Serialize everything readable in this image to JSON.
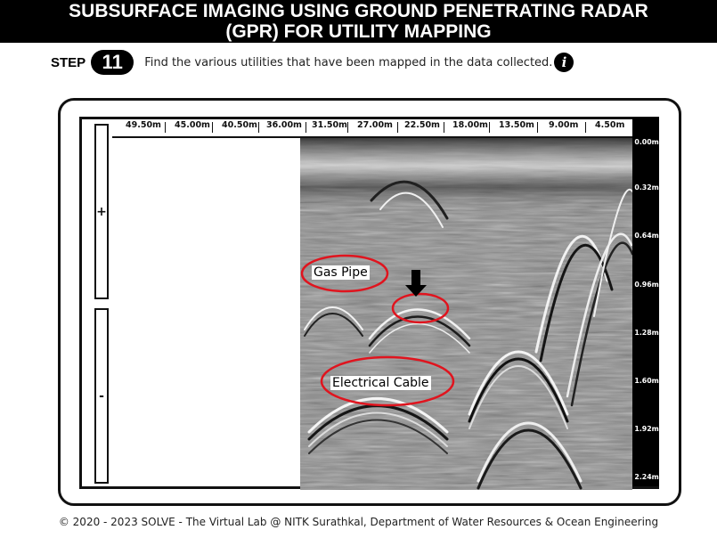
{
  "header": {
    "title_line1": "SUBSURFACE IMAGING USING GROUND PENETRATING RADAR",
    "title_line2": "(GPR) FOR UTILITY MAPPING"
  },
  "step": {
    "label": "STEP",
    "number": "11",
    "instruction": "Find the various utilities that have been mapped in the data collected.",
    "info_icon": "info-icon"
  },
  "device": {
    "zoom_in_label": "+",
    "zoom_out_label": "-"
  },
  "distance_scale": [
    "49.50m",
    "45.00m",
    "40.50m",
    "36.00m",
    "31.50m",
    "27.00m",
    "22.50m",
    "18.00m",
    "13.50m",
    "9.00m",
    "4.50m"
  ],
  "depth_scale": [
    "0.00m",
    "0.32m",
    "0.64m",
    "0.96m",
    "1.28m",
    "1.60m",
    "1.92m",
    "2.24m"
  ],
  "annotations": {
    "gas_pipe": "Gas Pipe",
    "electrical_cable": "Electrical Cable",
    "highlight_color": "#e0141e",
    "arrow_icon": "down-arrow-icon"
  },
  "footer": {
    "text": "© 2020 - 2023 SOLVE - The Virtual Lab @ NITK Surathkal, Department of Water Resources & Ocean Engineering"
  }
}
